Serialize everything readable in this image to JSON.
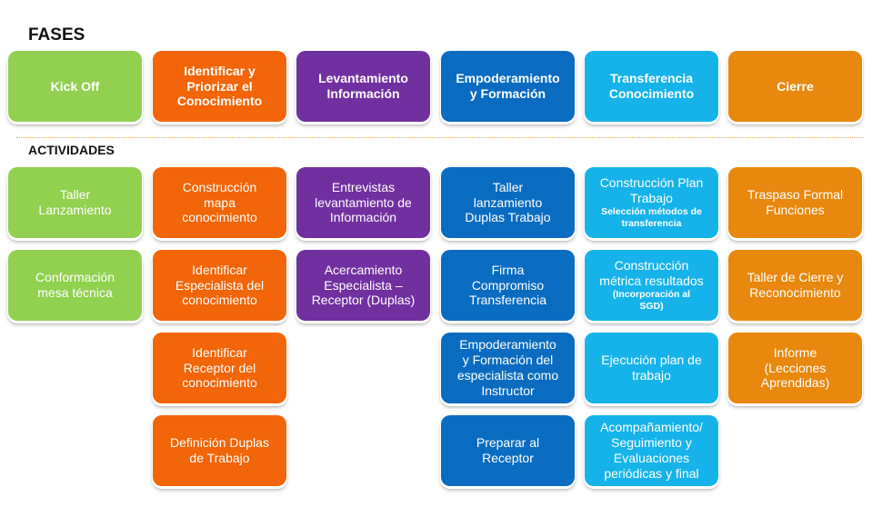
{
  "headings": {
    "fases": "FASES",
    "actividades": "ACTIVIDADES"
  },
  "columns": [
    {
      "phase": "Kick  Off",
      "color": "#92d050",
      "activities": [
        {
          "text": "Taller\nLanzamiento"
        },
        {
          "text": "Conformación\nmesa técnica"
        }
      ]
    },
    {
      "phase": "Identificar y\nPriorizar el\nConocimiento",
      "color": "#f26508",
      "activities": [
        {
          "text": "Construcción\nmapa\nconocimiento"
        },
        {
          "text": "Identificar\nEspecialista del\nconocimiento"
        },
        {
          "text": "Identificar\nReceptor del\nconocimiento"
        },
        {
          "text": "Definición Duplas\nde Trabajo"
        }
      ]
    },
    {
      "phase": "Levantamiento\nInformación\n ",
      "color": "#7030a0",
      "activities": [
        {
          "text": "Entrevistas\nlevantamiento de\nInformación"
        },
        {
          "text": "Acercamiento\nEspecialista –\nReceptor (Duplas)"
        }
      ]
    },
    {
      "phase": "Empoderamiento\ny Formación",
      "color": "#0a6cc0",
      "activities": [
        {
          "text": "Taller\nlanzamiento\nDuplas Trabajo"
        },
        {
          "text": "Firma\nCompromiso\nTransferencia"
        },
        {
          "text": "Empoderamiento\ny Formación del\nespecialista como\nInstructor"
        },
        {
          "text": "Preparar al\nReceptor"
        }
      ]
    },
    {
      "phase": "Transferencia\nConocimiento",
      "color": "#16b3ea",
      "activities": [
        {
          "text": "Construcción Plan\nTrabajo",
          "sub": "Selección métodos de\ntransferencia"
        },
        {
          "text": "Construcción\nmétrica resultados",
          "sub": "(Incorporación al\nSGD)"
        },
        {
          "text": "Ejecución plan de\ntrabajo"
        },
        {
          "text": "Acompañamiento/\nSeguimiento y\nEvaluaciones\nperiódicas y final"
        }
      ]
    },
    {
      "phase": "Cierre",
      "color": "#e8880e",
      "activities": [
        {
          "text": "Traspaso Formal\nFunciones"
        },
        {
          "text": "Taller de Cierre y\nReconocimiento"
        },
        {
          "text": "Informe\n(Lecciones\nAprendidas)"
        }
      ]
    }
  ]
}
